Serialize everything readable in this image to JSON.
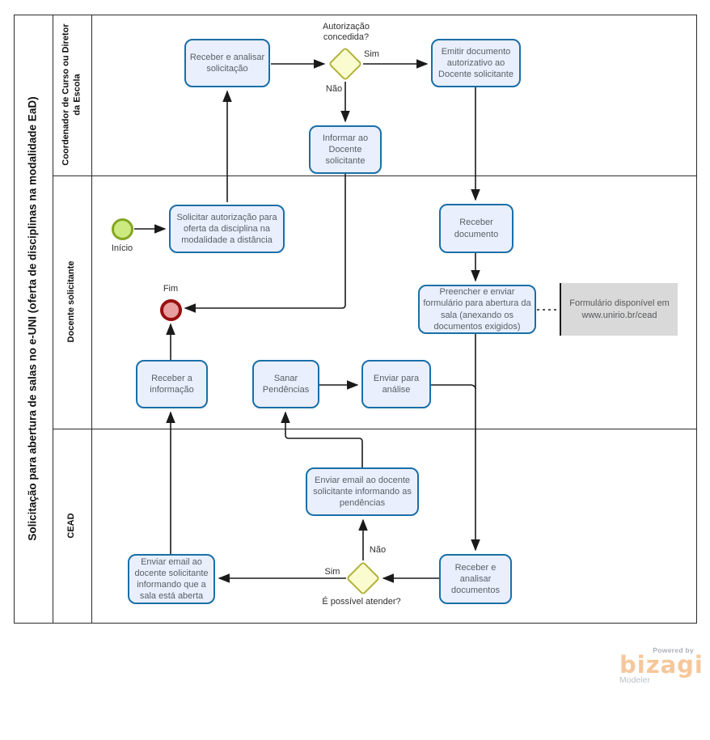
{
  "diagram": {
    "title": "Solicitação para abertura de salas no e-UNI (oferta de disciplinas na modalidade EaD)",
    "lanes": {
      "lane1": "Coordenador de Curso ou Diretor da Escola",
      "lane2": "Docente  solicitante",
      "lane3": "CEAD"
    },
    "tasks": {
      "receber_analisar_solicitacao": "Receber  e analisar solicitação",
      "emitir_documento": "Emitir documento autorizativo ao Docente solicitante",
      "informar_docente": "Informar ao Docente solicitante",
      "solicitar_autorizacao": "Solicitar autorização para oferta da disciplina na modalidade a distância",
      "receber_documento": "Receber documento",
      "preencher_enviar": "Preencher e enviar formulário para abertura da sala (anexando os documentos exigidos)",
      "receber_informacao": "Receber a informação",
      "sanar_pendencias": "Sanar Pendências",
      "enviar_analise": "Enviar para análise",
      "enviar_email_pendencias": "Enviar email ao docente solicitante informando as pendências",
      "receber_analisar_documentos": "Receber e analisar documentos",
      "enviar_email_sala_aberta": "Enviar email ao docente solicitante informando que a sala está aberta"
    },
    "events": {
      "start": "Início",
      "end": "Fim"
    },
    "gateways": {
      "autorizacao": {
        "question": "Autorização concedida?",
        "yes": "Sim",
        "no": "Não"
      },
      "atender": {
        "question": "É possível atender?",
        "yes": "Sim",
        "no": "Não"
      }
    },
    "annotation": "Formulário disponível em www.unirio.br/cead",
    "colors": {
      "task_fill": "#e9effc",
      "task_border": "#1a6fa8",
      "gateway_fill": "#fbfbd0",
      "gateway_border": "#b2b23a",
      "start_fill": "#cdea81",
      "start_border": "#83a622",
      "end_fill": "#e89f9f",
      "end_border": "#990f0f",
      "annotation_fill": "#d9d9d9",
      "flow_line": "#1a1a1a",
      "brand_orange": "#f6c79b"
    },
    "logo": {
      "powered_by": "Powered by",
      "brand": "bizagi",
      "subtitle": "Modeler"
    }
  }
}
